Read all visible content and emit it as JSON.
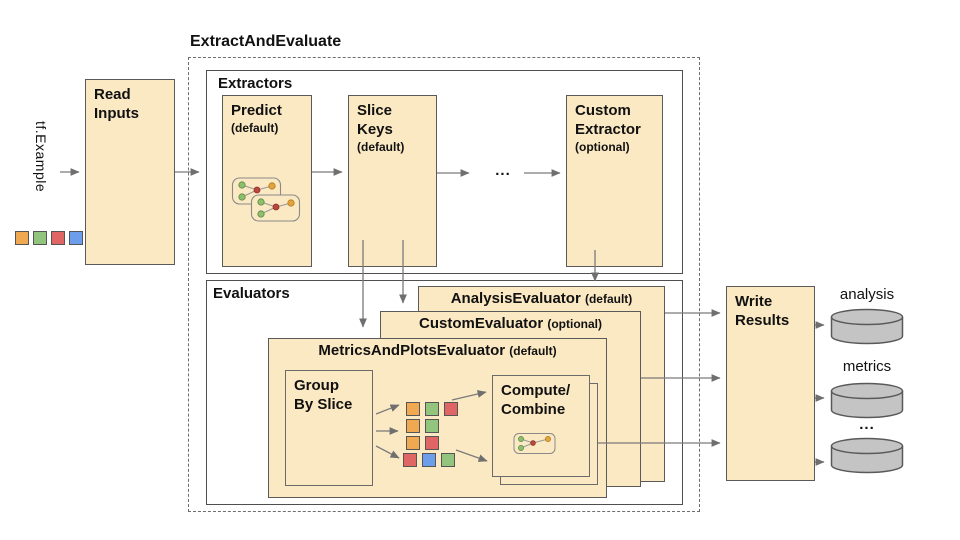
{
  "diagram_title": "ExtractAndEvaluate",
  "input": {
    "label": "tf.Example"
  },
  "read_inputs": {
    "title": "Read\nInputs"
  },
  "extractors": {
    "section_label": "Extractors",
    "predict": {
      "title": "Predict",
      "qualifier": "(default)"
    },
    "slice_keys": {
      "title": "Slice\nKeys",
      "qualifier": "(default)"
    },
    "custom_extractor": {
      "title": "Custom\nExtractor",
      "qualifier": "(optional)"
    },
    "ellipsis": "..."
  },
  "evaluators": {
    "section_label": "Evaluators",
    "analysis_evaluator": {
      "title": "AnalysisEvaluator",
      "qualifier": "(default)"
    },
    "custom_evaluator": {
      "title": "CustomEvaluator",
      "qualifier": "(optional)"
    },
    "metrics_and_plots_evaluator": {
      "title": "MetricsAndPlotsEvaluator",
      "qualifier": "(default)"
    },
    "group_by_slice": {
      "title": "Group\nBy Slice"
    },
    "compute_combine": {
      "title": "Compute/\nCombine"
    }
  },
  "write_results": {
    "title": "Write\nResults"
  },
  "outputs": {
    "analysis_label": "analysis",
    "metrics_label": "metrics",
    "ellipsis": "..."
  },
  "legend_squares": [
    "orange",
    "green",
    "red",
    "blue"
  ],
  "slice_grid": [
    [
      "orange",
      "green",
      "red"
    ],
    [
      "orange",
      "green"
    ],
    [
      "orange",
      "red"
    ],
    [
      "red",
      "blue",
      "green"
    ]
  ],
  "colors": {
    "box_fill": "#FBE9C3",
    "orange": "#F0A951",
    "green": "#93C47D",
    "red": "#E06666",
    "blue": "#6D9EEB",
    "cylinder_fill": "#C4C4C4"
  }
}
